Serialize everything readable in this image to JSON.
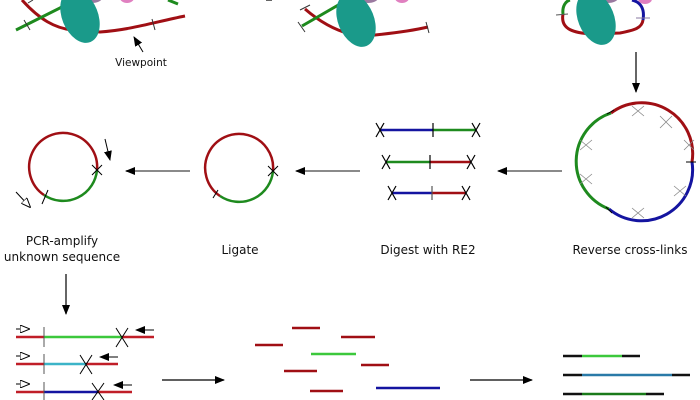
{
  "diagram": {
    "title": "4C / circular chromosome conformation capture workflow",
    "labels": {
      "viewpoint": "Viewpoint",
      "reverse_crosslinks": "Reverse cross-links",
      "digest": "Digest with RE2",
      "ligate": "Ligate",
      "pcr_line1": "PCR-amplify",
      "pcr_line2": "unknown sequence"
    },
    "steps": [
      {
        "id": "crosslinked-complex",
        "description": "Cross-linked chromatin with protein complex"
      },
      {
        "id": "digest-re1",
        "description": "Digested cross-linked complex"
      },
      {
        "id": "ligated-complex",
        "description": "Ligated complex"
      },
      {
        "id": "reverse-crosslinks",
        "label_key": "reverse_crosslinks"
      },
      {
        "id": "digest-re2",
        "label_key": "digest"
      },
      {
        "id": "ligate",
        "label_key": "ligate"
      },
      {
        "id": "pcr-amplify",
        "label_key": "pcr"
      },
      {
        "id": "fragments",
        "description": "Amplified fragments"
      },
      {
        "id": "sequenced-products",
        "description": "Identified products"
      }
    ],
    "colors": {
      "viewpoint_dna": "#a00f14",
      "green_dna": "#1e8a1e",
      "blue_dna": "#1414a0",
      "light_green": "#3cc83c",
      "cyan": "#3cb4c8",
      "teal_protein": "#1a9a8a",
      "purple_protein": "#9a7aa0",
      "pink_protein": "#e080c0",
      "arrow": "#000000",
      "black_flank": "#111111",
      "steelblue": "#2a7aa8",
      "dark_green": "#1a7a1a"
    }
  }
}
